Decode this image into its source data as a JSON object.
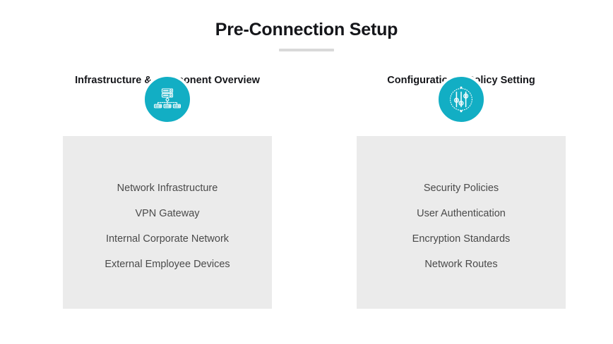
{
  "header": {
    "title": "Pre-Connection Setup",
    "underline_color": "#d9d9d9"
  },
  "theme": {
    "accent": "#12aec4",
    "panel_bg": "#ebebeb",
    "title_color": "#15161a",
    "item_color": "#4a4a4a",
    "page_bg": "#ffffff"
  },
  "columns": [
    {
      "heading": "Infrastructure & Component Overview",
      "icon": "network-topology-icon",
      "items": [
        {
          "label": "Network Infrastructure"
        },
        {
          "label": "VPN Gateway"
        },
        {
          "label": "Internal Corporate Network"
        },
        {
          "label": "External Employee Devices"
        }
      ]
    },
    {
      "heading": "Configuration & Policy Setting",
      "icon": "settings-sliders-icon",
      "items": [
        {
          "label": "Security Policies"
        },
        {
          "label": "User Authentication"
        },
        {
          "label": "Encryption Standards"
        },
        {
          "label": "Network Routes"
        }
      ]
    }
  ]
}
